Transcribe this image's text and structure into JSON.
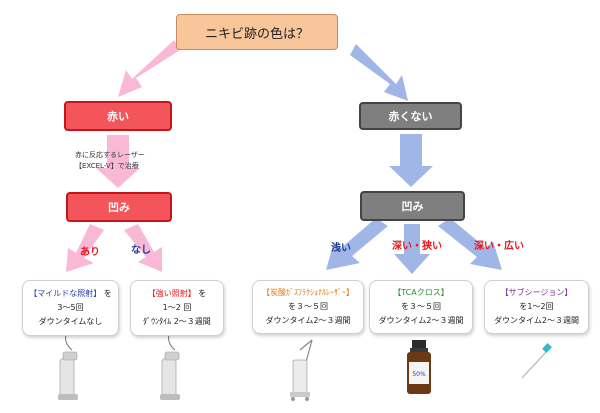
{
  "diagram": {
    "root": "ニキビ跡の色は？",
    "red_node": "赤い",
    "red_note_line1": "赤に反応するレーザー",
    "red_note_line2": "【EXCEL-V】で治療",
    "red_dent": "凹み",
    "yes_label": "あり",
    "no_label": "なし",
    "gray_node": "赤くない",
    "gray_dent": "凹み",
    "shallow_label": "浅い",
    "deep_narrow_label": "深い・狭い",
    "deep_wide_label": "深い・広い",
    "cards": [
      {
        "title": "【マイルドな照射】",
        "suffix": "を",
        "line2": "3～5回",
        "line3": "ダウンタイムなし"
      },
      {
        "title": "【強い照射】",
        "suffix": "を",
        "line2": "1～2 回",
        "line3": "ﾀﾞｳﾝﾀｲﾑ 2～３週間"
      },
      {
        "title": "【炭酸ｶﾞｽﾌﾗｸｼｮﾅﾙﾚｰｻﾞｰ】",
        "suffix": "",
        "line2": "を３～５回",
        "line3": "ダウンタイム2～３週間"
      },
      {
        "title": "【TCAクロス】",
        "suffix": "",
        "line2": "を３～５回",
        "line3": "ダウンタイム2～３週間"
      },
      {
        "title": "【サブシージョン】",
        "suffix": "",
        "line2": "を1～2回",
        "line3": "ダウンタイム2～３週間"
      }
    ],
    "bottle_label": "50%"
  },
  "colors": {
    "pink_arrow": "#f9b8d6",
    "blue_arrow": "#9fb6e6",
    "root_fill": "#f9c59a",
    "red_node": "#f4555a",
    "gray_node": "#7f7f7f"
  }
}
